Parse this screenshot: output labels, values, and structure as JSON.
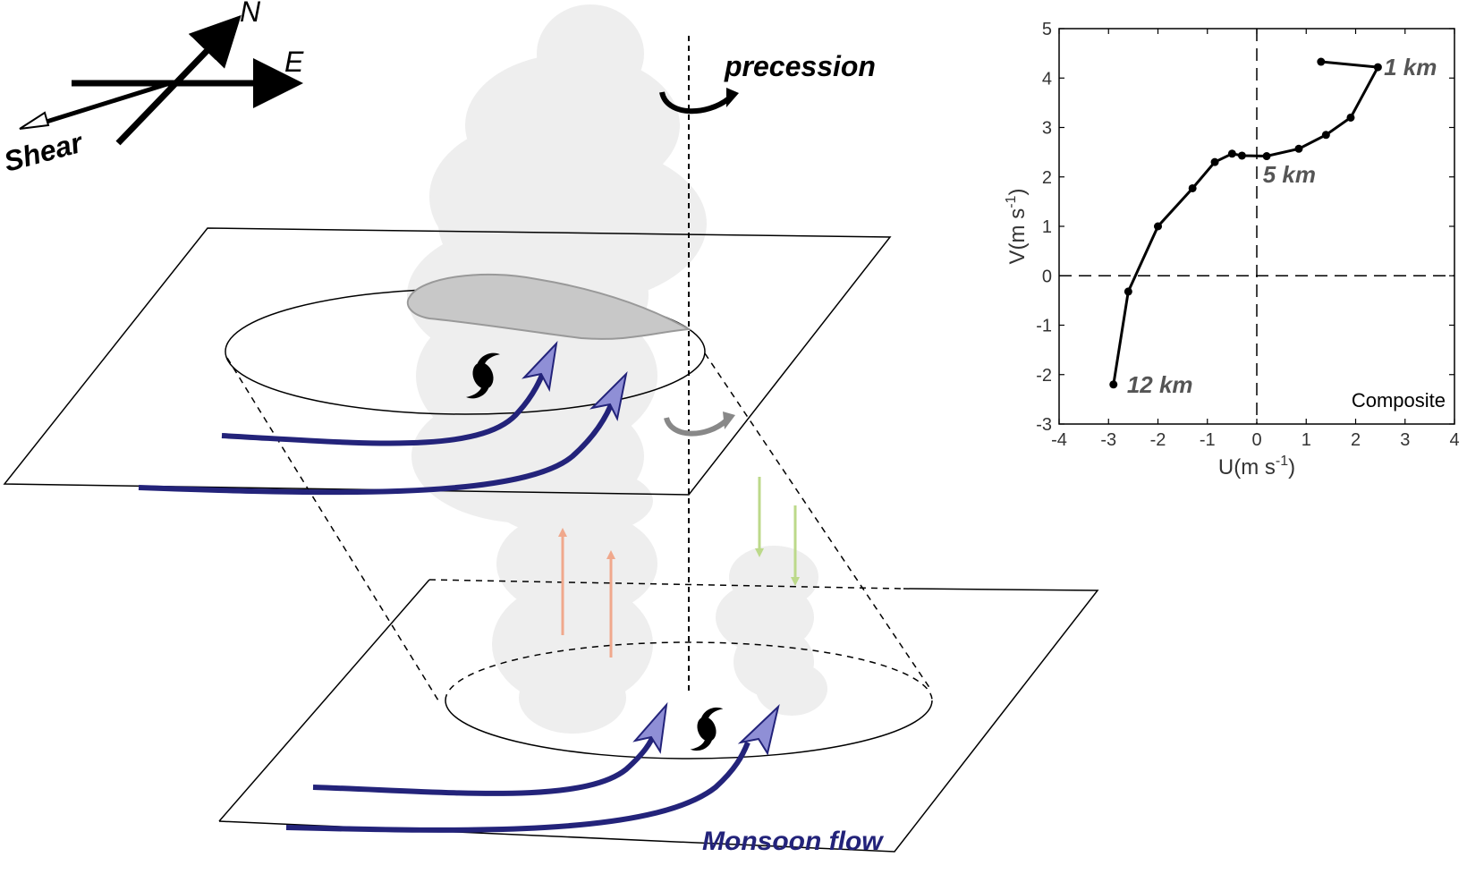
{
  "compass": {
    "north_label": "N",
    "east_label": "E",
    "shear_label": "Shear"
  },
  "diagram": {
    "precession_label": "precession",
    "monsoon_flow_label": "Monsoon flow",
    "colors": {
      "monsoon_arrow": "#23237a",
      "arrow_head_fill": "#8f8fd6",
      "updraft": "#f0a88c",
      "downdraft": "#bcd98a",
      "cloud": "#eeeeee",
      "anvil": "#c8c8c8",
      "vortex": "#000000",
      "monsoon_label": "#23237a"
    }
  },
  "hodograph": {
    "xlabel_main": "U(m s",
    "xlabel_sup": "-1",
    "xlabel_end": ")",
    "ylabel_main": "V(m s",
    "ylabel_sup": "-1",
    "ylabel_end": ")",
    "composite_label": "Composite",
    "x_ticks": [
      "-4",
      "-3",
      "-2",
      "-1",
      "0",
      "1",
      "2",
      "3",
      "4"
    ],
    "y_ticks": [
      "5",
      "4",
      "3",
      "2",
      "1",
      "0",
      "-1",
      "-2",
      "-3"
    ],
    "annotations": [
      {
        "text": "1 km"
      },
      {
        "text": "5 km"
      },
      {
        "text": "12 km"
      }
    ]
  },
  "chart_data": {
    "type": "line",
    "title": "",
    "xlabel": "U(m s-1)",
    "ylabel": "V(m s-1)",
    "xlim": [
      -4,
      4
    ],
    "ylim": [
      -3,
      5
    ],
    "grid": false,
    "reference_lines": {
      "x": 0,
      "y": 0,
      "style": "dashed"
    },
    "series": [
      {
        "x": [
          1.3,
          2.45,
          1.9,
          1.4,
          0.85,
          0.2,
          -0.3,
          -0.5,
          -0.85,
          -1.3,
          -2.0,
          -2.6,
          -2.9
        ],
        "y": [
          4.33,
          4.22,
          3.2,
          2.85,
          2.57,
          2.42,
          2.43,
          2.47,
          2.3,
          1.77,
          1.0,
          -0.32,
          -2.2
        ]
      }
    ],
    "annotations": [
      {
        "text": "1 km",
        "x": 2.5,
        "y": 4.22
      },
      {
        "text": "5 km",
        "x": 0.05,
        "y": 2.05
      },
      {
        "text": "12 km",
        "x": -2.7,
        "y": -2.2
      },
      {
        "text": "Composite",
        "x": 3.9,
        "y": -2.6
      }
    ]
  }
}
